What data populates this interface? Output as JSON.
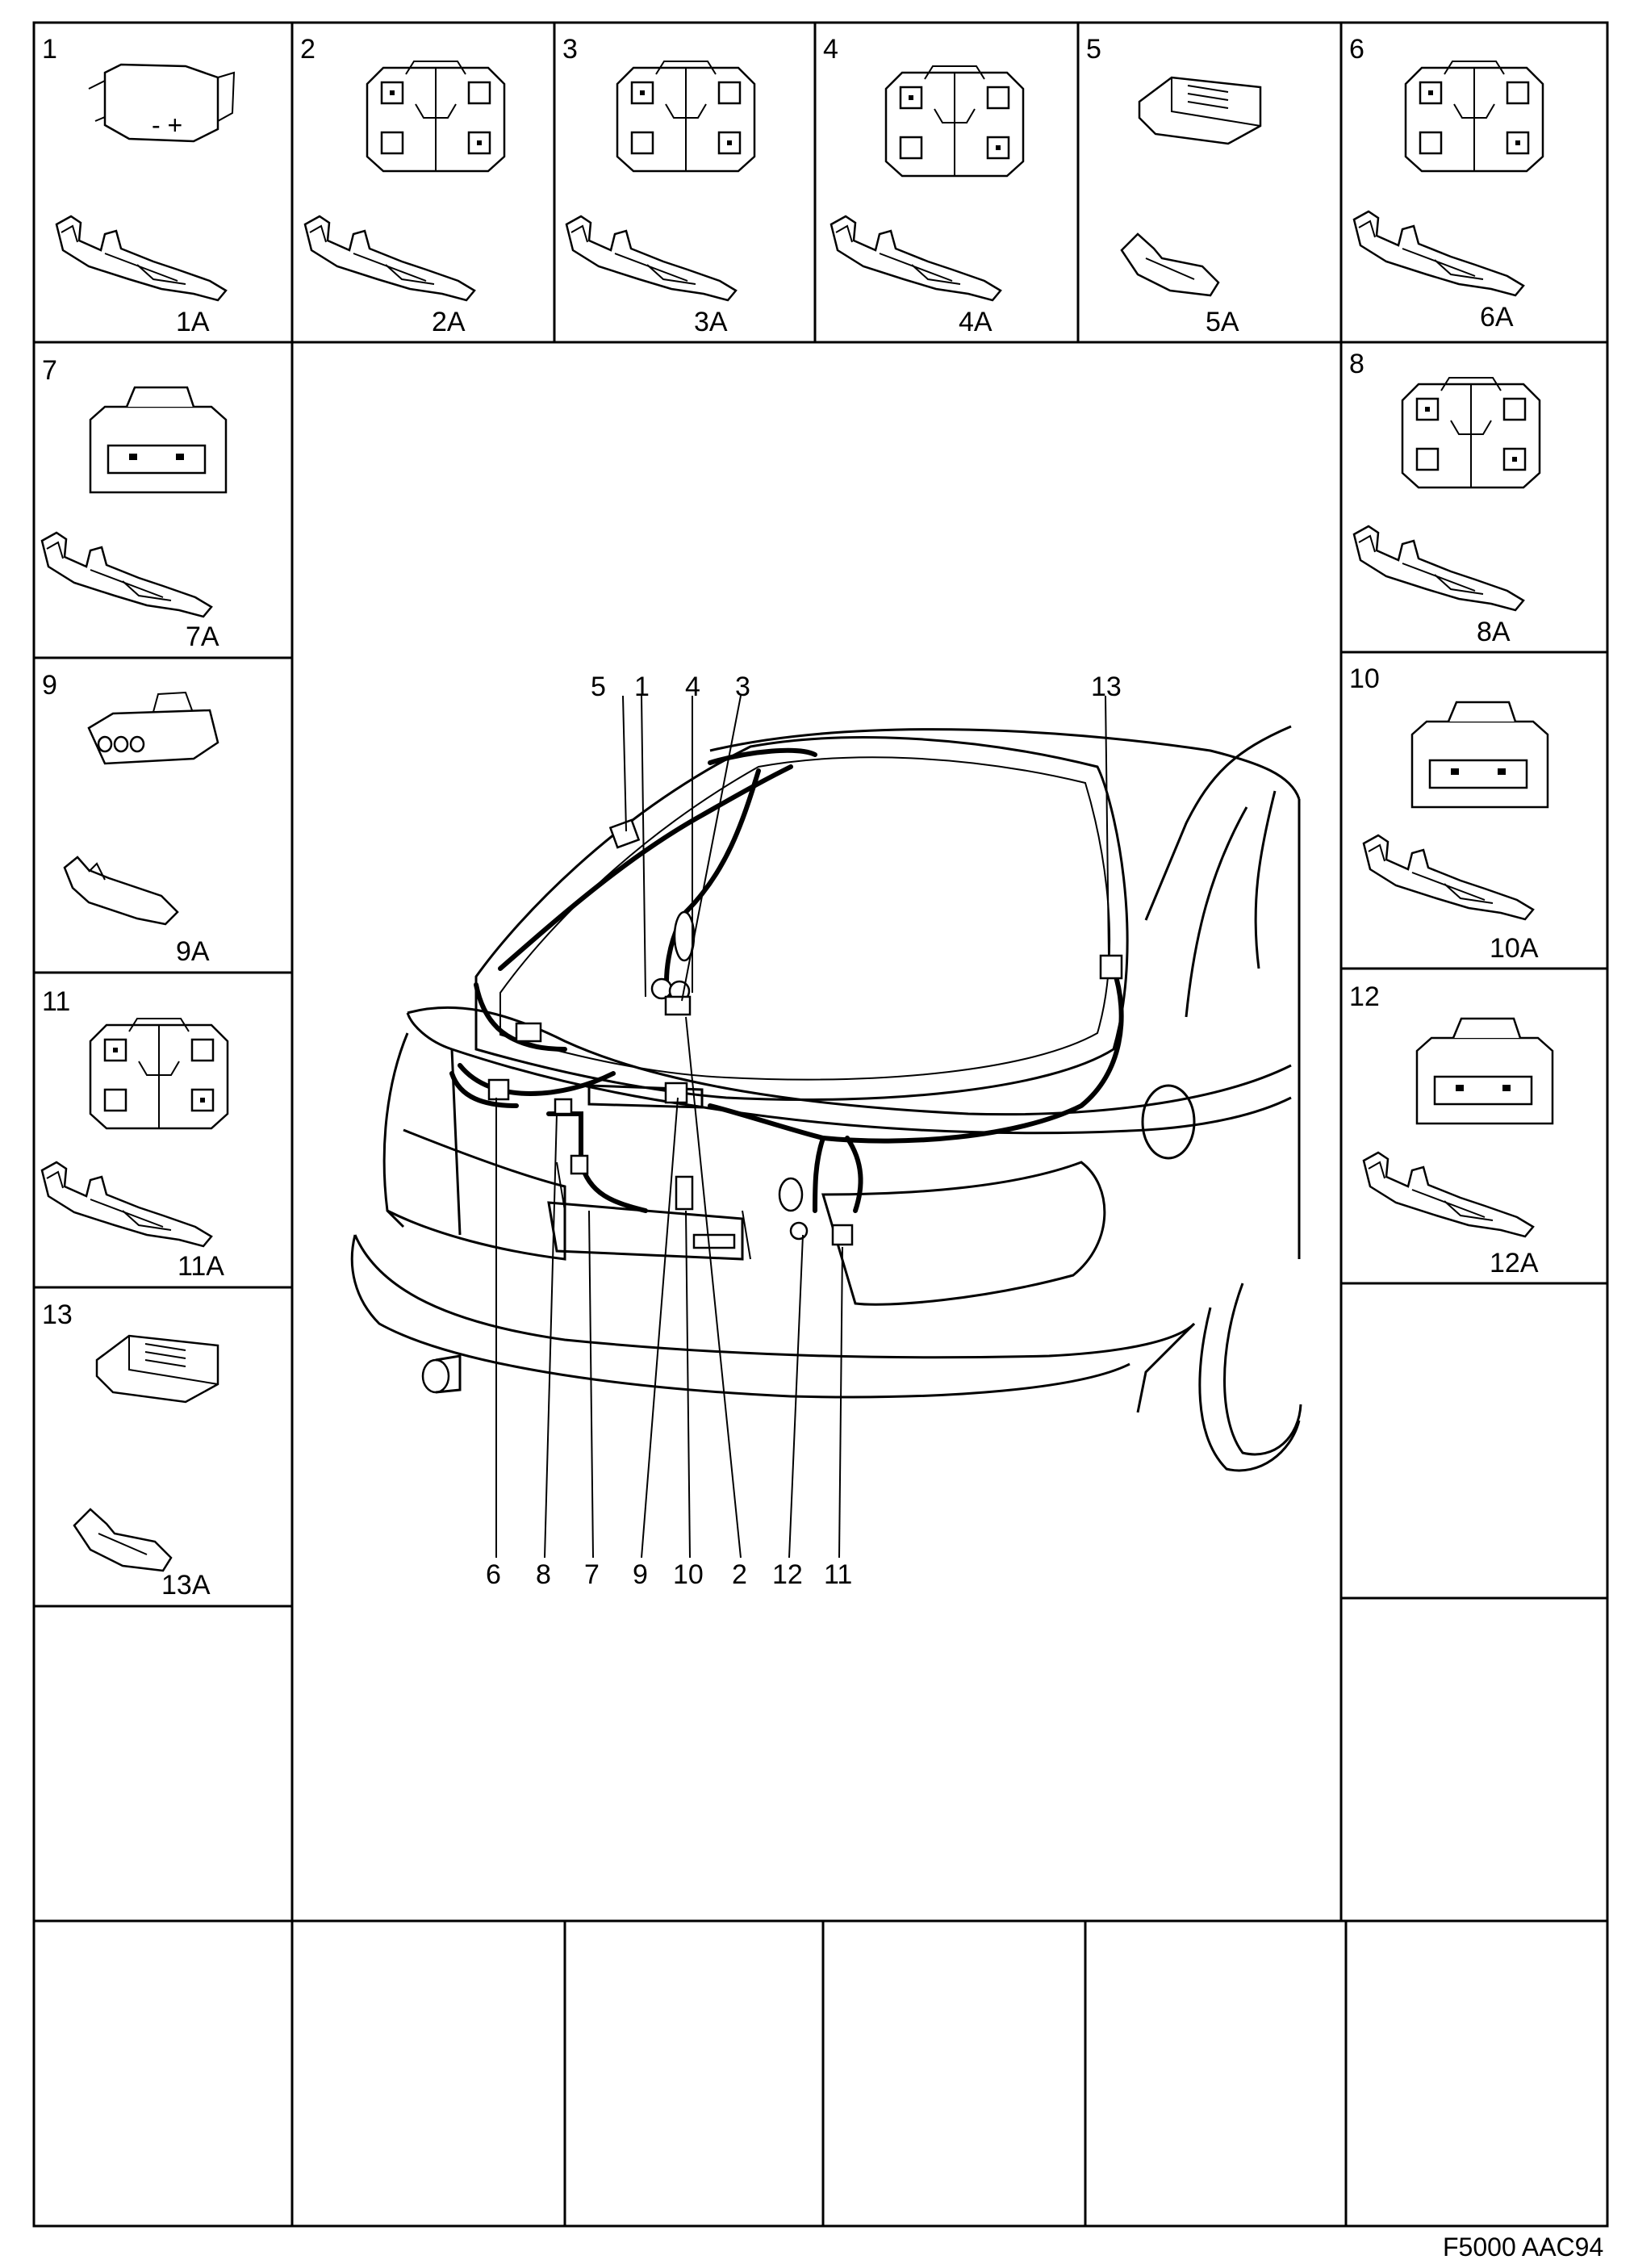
{
  "diagram": {
    "kind": "wiring connector diagram",
    "figure_code": "F5000 AAC94",
    "connector_cells": [
      {
        "number": "1",
        "terminal": "1A"
      },
      {
        "number": "2",
        "terminal": "2A"
      },
      {
        "number": "3",
        "terminal": "3A"
      },
      {
        "number": "4",
        "terminal": "4A"
      },
      {
        "number": "5",
        "terminal": "5A"
      },
      {
        "number": "6",
        "terminal": "6A"
      },
      {
        "number": "7",
        "terminal": "7A"
      },
      {
        "number": "8",
        "terminal": "8A"
      },
      {
        "number": "9",
        "terminal": "9A"
      },
      {
        "number": "10",
        "terminal": "10A"
      },
      {
        "number": "11",
        "terminal": "11A"
      },
      {
        "number": "12",
        "terminal": "12A"
      },
      {
        "number": "13",
        "terminal": "13A"
      }
    ],
    "top_callouts": [
      "5",
      "1",
      "4",
      "3",
      "13"
    ],
    "bottom_callouts": [
      "6",
      "8",
      "7",
      "9",
      "10",
      "2",
      "12",
      "11"
    ]
  }
}
